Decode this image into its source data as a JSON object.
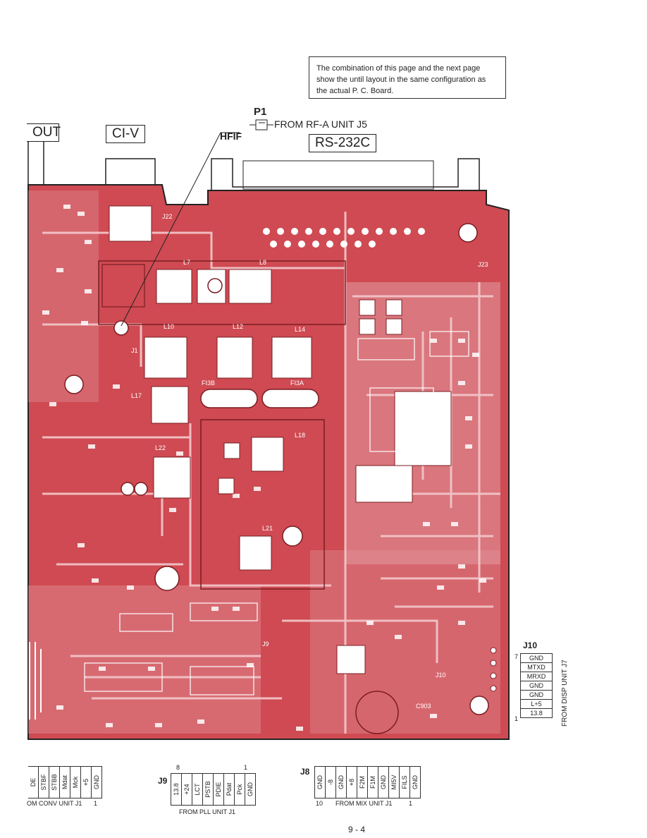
{
  "note": {
    "lines": [
      "The combination of this page and the next page",
      "show the until layout in the same configuration as",
      "the actual P. C. Board."
    ]
  },
  "labels": {
    "out": "OUT",
    "civ": "CI-V",
    "p1": "P1",
    "from_rfa": "FROM RF-A UNIT J5",
    "hfif": "HFIF",
    "rs232c": "RS-232C",
    "page_number": "9 - 4"
  },
  "board_text": {
    "j22": "J22",
    "j23": "J23",
    "l7": "L7",
    "l8": "L8",
    "l10": "L10",
    "l12": "L12",
    "l14": "L14",
    "j1": "J1",
    "l17": "L17",
    "l22": "L22",
    "fi3b": "FI3B",
    "fi3a": "FI3A",
    "l18": "L18",
    "l21": "L21",
    "j9": "J9",
    "j10": "J10",
    "c903": "C903"
  },
  "conv_connector": {
    "pins": [
      "DE",
      "STBF",
      "STBB",
      "Mdat",
      "Mck",
      "+5",
      "GND"
    ],
    "caption": "OM CONV UNIT J1",
    "pin1": "1"
  },
  "j9_connector": {
    "title": "J9",
    "pins": [
      "13.8",
      "+24",
      "LCT",
      "PSTB",
      "PDIE",
      "Pdat",
      "Pck",
      "GND"
    ],
    "first": "8",
    "last": "1",
    "caption": "FROM PLL UNIT J1"
  },
  "j8_connector": {
    "title": "J8",
    "pins": [
      "GND",
      "-8",
      "GND",
      "+8",
      "F2M",
      "F1M",
      "GND",
      "MI5V",
      "FILS",
      "GND"
    ],
    "first": "10",
    "last": "1",
    "caption": "FROM MIX UNIT J1"
  },
  "j10_connector": {
    "title": "J10",
    "pins": [
      "GND",
      "MTXD",
      "MRXD",
      "GND",
      "GND",
      "L+5",
      "13.8"
    ],
    "top_pin": "7",
    "bottom_pin": "1",
    "caption": "FROM DISP UNIT J7"
  },
  "colors": {
    "board": "#cf4a52",
    "board_light": "#e39aa0",
    "trace": "#f3c9cc",
    "pad": "#ffffff",
    "outline": "#222222"
  }
}
